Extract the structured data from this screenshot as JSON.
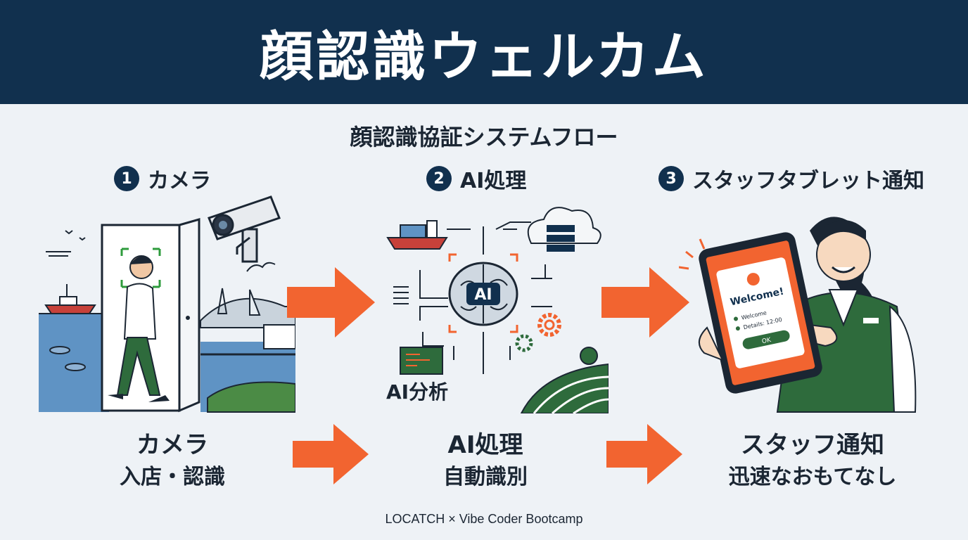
{
  "header": {
    "title": "顔認識ウェルカム"
  },
  "subtitle": "顔認識協証システムフロー",
  "steps": [
    {
      "num": "1",
      "title": "カメラ",
      "caption_line1": "カメラ",
      "caption_line2": "入店・認識"
    },
    {
      "num": "2",
      "title": "AI処理",
      "caption_line1": "AI処理",
      "caption_line2": "自動識別"
    },
    {
      "num": "3",
      "title": "スタッフタブレット通知",
      "caption_line1": "スタッフ通知",
      "caption_line2": "迅速なおもてなし"
    }
  ],
  "ai_panel": {
    "brain_label": "AI",
    "analysis_label": "AI分析"
  },
  "tablet": {
    "heading": "Welcome!",
    "row1": "Welcome",
    "row2": "Details: 12:00",
    "ok": "OK"
  },
  "footer": "LOCATCH × Vibe Coder Bootcamp",
  "colors": {
    "navy": "#11304e",
    "orange": "#f26430",
    "green": "#2e6b3c",
    "background": "#eef2f6"
  },
  "icons": [
    "security-camera-icon",
    "brain-icon",
    "cloud-server-icon",
    "ship-icon",
    "gear-icon",
    "tablet-icon"
  ]
}
